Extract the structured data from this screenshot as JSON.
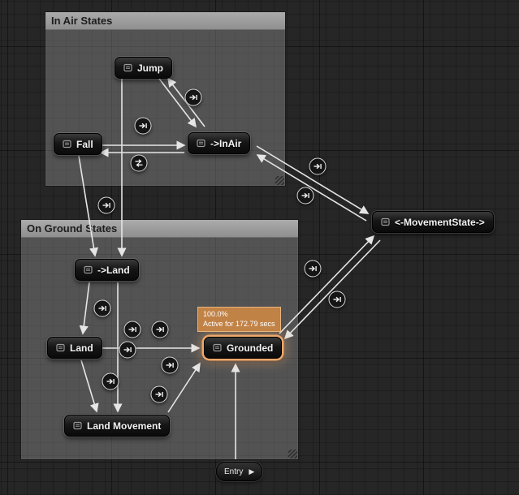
{
  "comments": [
    {
      "title": "In Air States"
    },
    {
      "title": "On Ground States"
    }
  ],
  "nodes": [
    {
      "label": "Jump"
    },
    {
      "label": "Fall"
    },
    {
      "label": "->InAir"
    },
    {
      "label": "->Land"
    },
    {
      "label": "Land"
    },
    {
      "label": "Land Movement"
    },
    {
      "label": "Grounded"
    },
    {
      "label": "<-MovementState->"
    }
  ],
  "tooltip": {
    "percent": "100.0%",
    "active": "Active for 172.79 secs"
  },
  "entry": {
    "label": "Entry"
  },
  "colors": {
    "active_border": "#efa76a",
    "tooltip_bg": "#cb8745",
    "arrow": "#e6e6e6",
    "canvas_bg": "#262626"
  }
}
